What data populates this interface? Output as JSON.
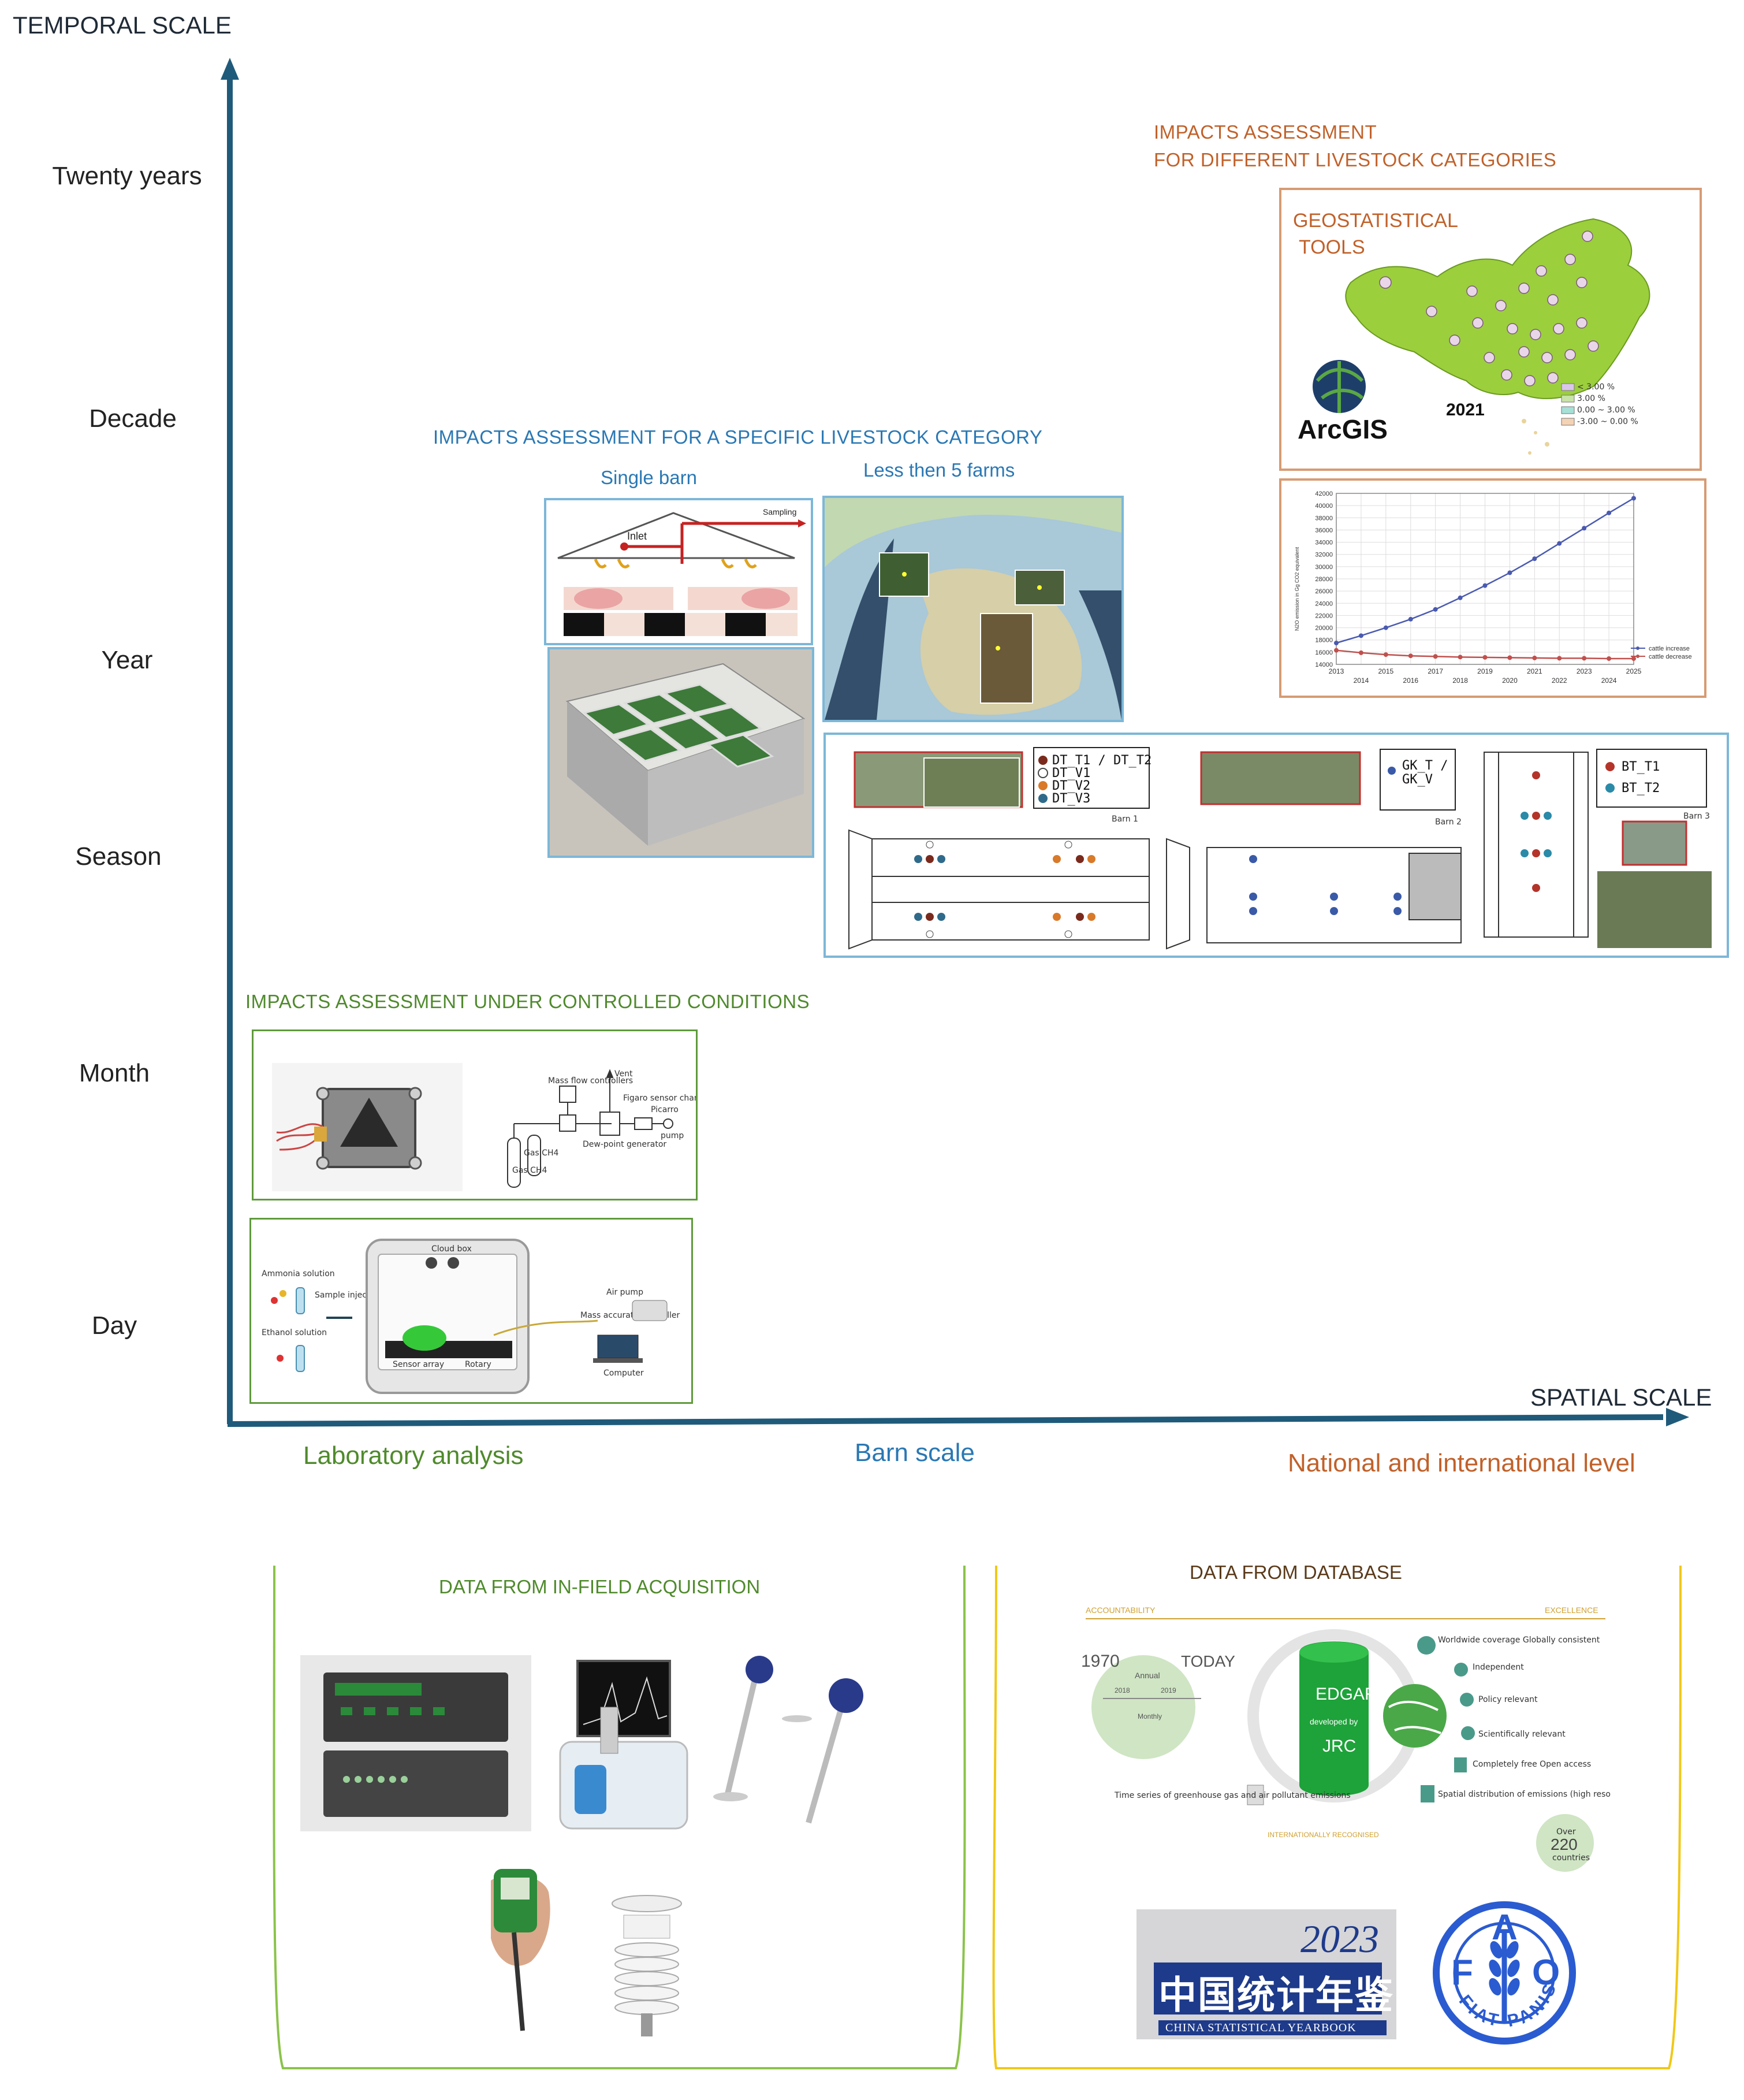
{
  "axes": {
    "y_title": "TEMPORAL SCALE",
    "x_title": "SPATIAL SCALE",
    "time_labels": [
      "Twenty years",
      "Decade",
      "Year",
      "Season",
      "Month",
      "Day"
    ],
    "spatial_labels": [
      "Laboratory analysis",
      "Barn scale",
      "National and international level"
    ]
  },
  "lab": {
    "title": "IMPACTS ASSESSMENT UNDER CONTROLLED CONDITIONS",
    "flow_labels": {
      "mass_flow": "Mass flow controllers",
      "vent": "Vent",
      "figaro": "Figaro sensor chamber",
      "picarro": "Picarro",
      "pump": "pump",
      "dew": "Dew-point generator",
      "gas": "Gas CH4",
      "gas2": "Gas CH4"
    },
    "chamber_labels": {
      "ammonia": "Ammonia solution",
      "ethanol": "Ethanol solution",
      "sample": "Sample injector",
      "cloud": "Cloud box",
      "flow_meter": "Mass accurate controller",
      "air_pump": "Air pump",
      "computer": "Computer",
      "sensor": "Sensor array",
      "rotary": "Rotary"
    }
  },
  "barn": {
    "title": "IMPACTS ASSESSMENT FOR A SPECIFIC LIVESTOCK CATEGORY",
    "single_barn": "Single barn",
    "less_farms": "Less then 5 farms",
    "diagram_labels": {
      "inlet": "Inlet",
      "sampling": "Sampling"
    },
    "barn1_legend": [
      "DT_T1 / DT_T2",
      "DT_V1",
      "DT_V2",
      "DT_V3"
    ],
    "barn2_legend": [
      "GK_T /",
      "GK_V"
    ],
    "barn3_legend": [
      "BT_T1",
      "BT_T2"
    ],
    "barn_tags": [
      "Barn 1",
      "Barn 2",
      "Barn 3"
    ],
    "colors": {
      "dt_t": "#7a2a1c",
      "dt_v1": "#ffffff",
      "dt_v2": "#d87a2a",
      "dt_v3": "#2f6a8a",
      "gk": "#3a5aa8",
      "bt_t1": "#b4342a",
      "bt_t2": "#2a8aa8"
    }
  },
  "national": {
    "title_line1": "IMPACTS ASSESSMENT",
    "title_line2": "FOR DIFFERENT LIVESTOCK CATEGORIES",
    "geo_line1": "GEOSTATISTICAL",
    "geo_line2": "TOOLS",
    "arcgis": "ArcGIS",
    "year": "2021",
    "map_legend": [
      "< 3.00 %",
      "3.00 %",
      "0.00 ~ 3.00 %",
      "-3.00 ~ 0.00 %"
    ]
  },
  "chart_data": {
    "type": "line",
    "x": [
      2013,
      2014,
      2015,
      2016,
      2017,
      2018,
      2019,
      2020,
      2021,
      2022,
      2023,
      2024,
      2025
    ],
    "x_tick_labels_top": [
      "2013",
      "2015",
      "2017",
      "2019",
      "2021",
      "2023",
      "2025"
    ],
    "x_tick_labels_bottom": [
      "2014",
      "2016",
      "2018",
      "2020",
      "2022",
      "2024"
    ],
    "ylabel": "N2O emission in Gg CO2 equivalent",
    "ylim": [
      14000,
      42000
    ],
    "y_ticks": [
      14000,
      16000,
      18000,
      20000,
      22000,
      24000,
      26000,
      28000,
      30000,
      32000,
      34000,
      36000,
      38000,
      40000,
      42000
    ],
    "grid": true,
    "legend_position": "bottom-right",
    "series": [
      {
        "name": "cattle increase",
        "color": "#4a5ab0",
        "values": [
          17500,
          18700,
          20000,
          21400,
          23000,
          24900,
          26900,
          29000,
          31300,
          33800,
          36300,
          38800,
          41200
        ]
      },
      {
        "name": "cattle decrease",
        "color": "#c0504d",
        "values": [
          16300,
          15900,
          15600,
          15400,
          15300,
          15200,
          15150,
          15100,
          15050,
          15000,
          15000,
          14950,
          14950
        ]
      }
    ]
  },
  "infield": {
    "title": "DATA FROM IN-FIELD ACQUISITION"
  },
  "database": {
    "title": "DATA FROM DATABASE",
    "accountability": "ACCOUNTABILITY",
    "excellence": "EXCELLENCE",
    "year_start": "1970",
    "year_today": "TODAY",
    "annual": "Annual",
    "y2018": "2018",
    "y2019": "2019",
    "monthly": "Monthly",
    "edgar": "EDGAR",
    "developed_by": "developed by",
    "jrc": "JRC",
    "features": [
      "Worldwide coverage Globally consistent",
      "Independent",
      "Policy relevant",
      "Scientifically relevant",
      "Completely free Open access",
      "Spatial distribution of emissions (high resolution)"
    ],
    "timeseries": "Time series of greenhouse gas and air pollutant emissions",
    "recognised": "INTERNATIONALLY RECOGNISED",
    "over": "Over",
    "countries_n": "220",
    "countries": "countries",
    "yearbook_year": "2023",
    "yearbook_cn": "中国统计年鉴",
    "yearbook_en": "CHINA STATISTICAL YEARBOOK",
    "fao_letters": [
      "F",
      "A",
      "O"
    ],
    "fao_motto": "FIAT PANIS"
  }
}
